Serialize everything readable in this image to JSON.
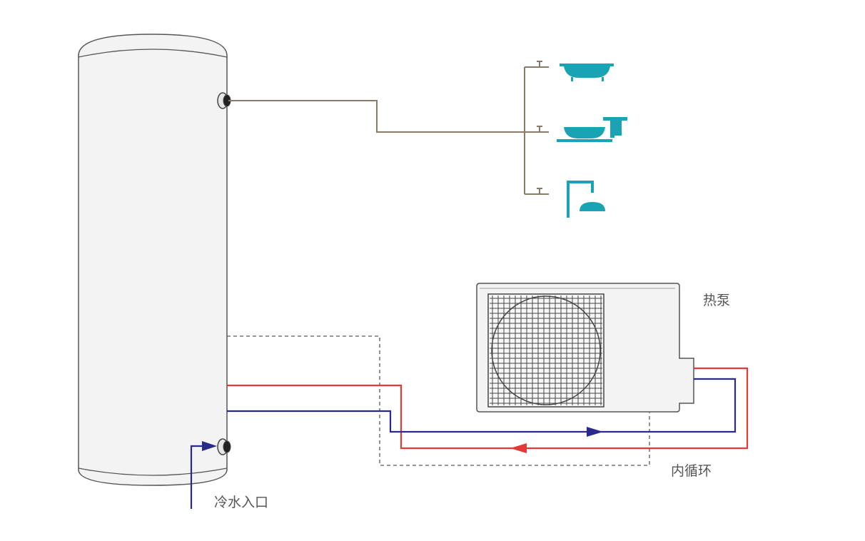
{
  "labels": {
    "heat_pump": "热泵",
    "internal_loop": "内循环",
    "cold_water_inlet": "冷水入口"
  },
  "colors": {
    "hot_pipe": "#e53935",
    "cold_pipe": "#2a2a8c",
    "supply_pipe": "#8b7a66",
    "fixture": "#1aa3b3",
    "outline": "#555555",
    "dashed_boundary": "#777777"
  },
  "icons": [
    "bathtub-icon",
    "washbasin-icon",
    "shower-icon",
    "fan-grille-icon"
  ]
}
